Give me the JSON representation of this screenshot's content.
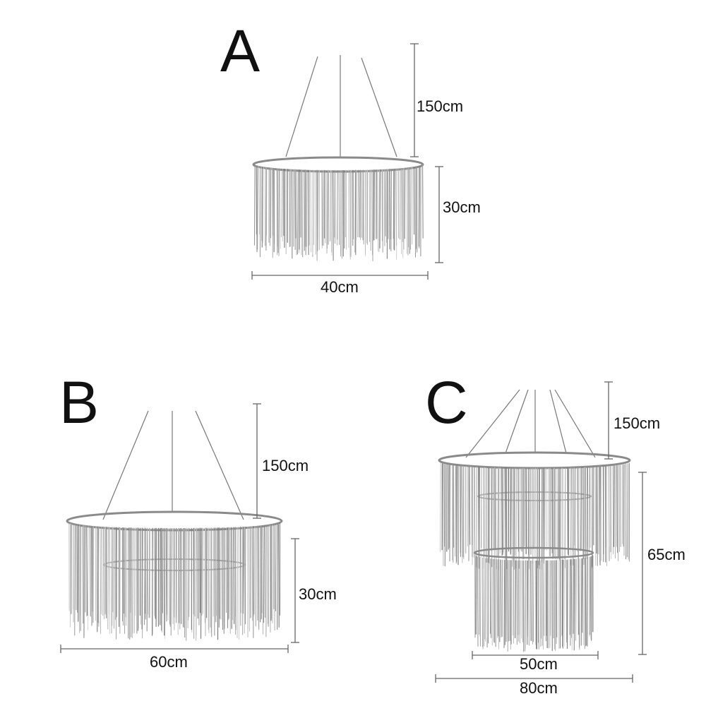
{
  "variants": [
    {
      "label": "A",
      "dims": {
        "hang": "150cm",
        "height": "30cm",
        "width": "40cm"
      }
    },
    {
      "label": "B",
      "dims": {
        "hang": "150cm",
        "height": "30cm",
        "width": "60cm"
      }
    },
    {
      "label": "C",
      "dims": {
        "hang": "150cm",
        "height": "65cm",
        "inner_width": "50cm",
        "width": "80cm"
      }
    }
  ],
  "colors": {
    "line": "#666666",
    "fringe": "#9a9a9a",
    "text": "#111111"
  }
}
